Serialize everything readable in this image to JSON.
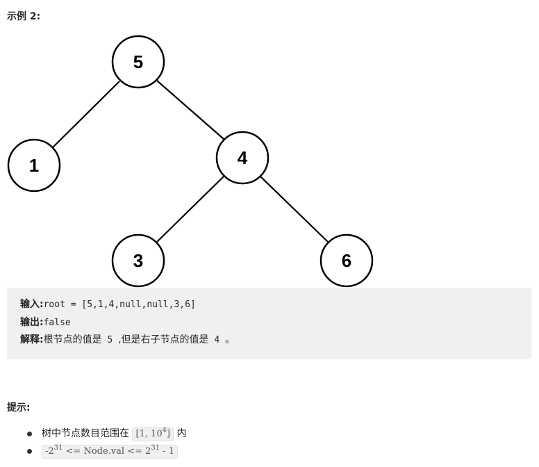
{
  "example_heading": "示例 2:",
  "tree": {
    "nodes": [
      {
        "label": "5"
      },
      {
        "label": "1"
      },
      {
        "label": "4"
      },
      {
        "label": "3"
      },
      {
        "label": "6"
      }
    ]
  },
  "example": {
    "input_label": "输入:",
    "input_value": "root = [5,1,4,null,null,3,6]",
    "output_label": "输出:",
    "output_value": "false",
    "explain_label": "解释:",
    "explain_text_1": "根节点的值是",
    "explain_val_1": " 5 ",
    "explain_text_2": ",但是右子节点的值是",
    "explain_val_2": " 4 ",
    "explain_text_3": "。"
  },
  "hint_heading": "提示:",
  "hints": {
    "item1_prefix": "树中节点数目范围在",
    "item1_code_base": "[1, 10",
    "item1_code_sup": "4",
    "item1_code_end": "]",
    "item1_suffix": "内",
    "item2_code_a": "-2",
    "item2_sup_a": "31",
    "item2_code_b": " <= Node.val <= 2",
    "item2_sup_b": "31",
    "item2_code_c": " - 1"
  }
}
